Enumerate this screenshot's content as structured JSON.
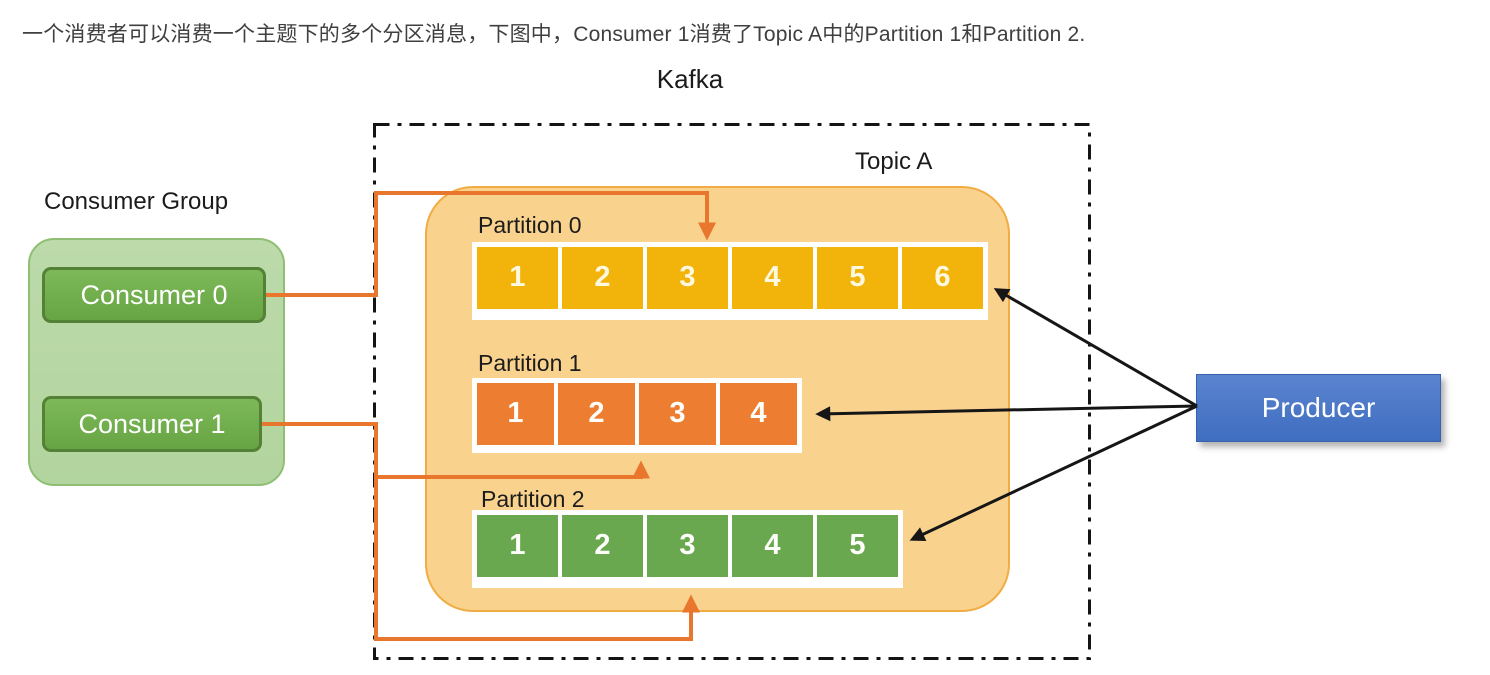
{
  "header": {
    "text": "一个消费者可以消费一个主题下的多个分区消息，下图中，Consumer 1消费了Topic A中的Partition 1和Partition 2."
  },
  "kafka": {
    "label": "Kafka",
    "topic": {
      "label": "Topic A",
      "partitions": [
        {
          "label": "Partition 0",
          "cells": [
            "1",
            "2",
            "3",
            "4",
            "5",
            "6"
          ],
          "cell_color": "#F2B30B"
        },
        {
          "label": "Partition 1",
          "cells": [
            "1",
            "2",
            "3",
            "4"
          ],
          "cell_color": "#ED7D31"
        },
        {
          "label": "Partition 2",
          "cells": [
            "1",
            "2",
            "3",
            "4",
            "5"
          ],
          "cell_color": "#69A84F"
        }
      ]
    }
  },
  "consumer_group": {
    "label": "Consumer Group",
    "consumers": [
      {
        "label": "Consumer 0"
      },
      {
        "label": "Consumer 1"
      }
    ]
  },
  "producer": {
    "label": "Producer"
  },
  "connections": {
    "consumer_to_partition": [
      {
        "from": "Consumer 0",
        "to": "Partition 0"
      },
      {
        "from": "Consumer 1",
        "to": "Partition 1"
      },
      {
        "from": "Consumer 1",
        "to": "Partition 2"
      }
    ],
    "producer_to_partition": [
      "Partition 0",
      "Partition 1",
      "Partition 2"
    ]
  },
  "colors": {
    "partition0_cell": "#F2B30B",
    "partition1_cell": "#ED7D31",
    "partition2_cell": "#69A84F",
    "topic_fill": "#F9D28E",
    "topic_border": "#F1AC44",
    "consumer_group_fill": "#B7D7A4",
    "consumer_group_border": "#8FBE74",
    "consumer_fill": "#70AD47",
    "consumer_border": "#538135",
    "producer_fill": "#4472C4",
    "arrow_orange": "#E8762D",
    "arrow_black": "#161616"
  }
}
